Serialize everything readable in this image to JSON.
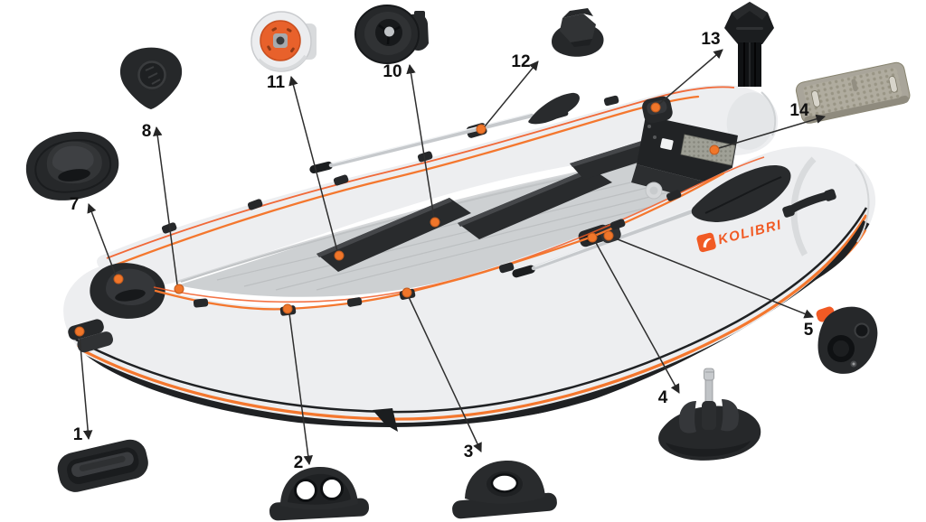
{
  "brand": {
    "name": "KOLIBRI"
  },
  "colors": {
    "accent": "#F15A24",
    "rope": "#F4772E",
    "dot": "#F0762A",
    "hull": "#EDEEF0",
    "floor": "#CDD0D2",
    "dark": "#26282A",
    "number": "#101010"
  },
  "callouts": {
    "c1": "1",
    "c2": "2",
    "c3": "3",
    "c4": "4",
    "c5": "5",
    "c7": "7",
    "c8": "8",
    "c10": "10",
    "c11": "11",
    "c12": "12",
    "c13": "13",
    "c14": "14"
  }
}
